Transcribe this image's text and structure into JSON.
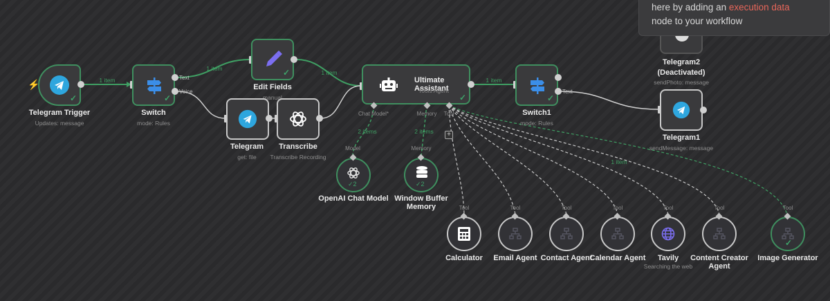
{
  "colors": {
    "success": "#3f8f5f",
    "node_border": "#c9c9c9",
    "telegram": "#2ea6de",
    "switch": "#3b8ee8",
    "edit": "#7b6ef0",
    "tavily": "#6b5cf0",
    "highlight": "#e8665a"
  },
  "tooltip": {
    "line1": "here by adding an ",
    "highlight": "execution data",
    "line2": "node to your workflow"
  },
  "nodes": {
    "telegram_trigger": {
      "title": "Telegram Trigger",
      "subtitle": "Updates: message",
      "icon": "telegram-icon"
    },
    "switch": {
      "title": "Switch",
      "subtitle": "mode: Rules",
      "outputs": [
        "Text",
        "Voice"
      ],
      "icon": "signpost-icon"
    },
    "edit_fields": {
      "title": "Edit Fields",
      "subtitle": "manual",
      "icon": "pencil-icon"
    },
    "telegram": {
      "title": "Telegram",
      "subtitle": "get: file",
      "icon": "telegram-icon"
    },
    "transcribe": {
      "title": "Transcribe",
      "subtitle": "Transcribe Recording",
      "icon": "openai-icon"
    },
    "ultimate_assistant": {
      "title": "Ultimate Assistant",
      "subtitle": "Tools Agent",
      "ports": [
        "Chat Model*",
        "Memory",
        "Tool"
      ],
      "icon": "robot-icon"
    },
    "switch1": {
      "title": "Switch1",
      "subtitle": "mode: Rules",
      "outputs": [
        "Text"
      ],
      "icon": "signpost-icon"
    },
    "telegram2": {
      "title": "Telegram2",
      "title2": "(Deactivated)",
      "subtitle": "sendPhoto: message"
    },
    "telegram1": {
      "title": "Telegram1",
      "subtitle": "sendMessage: message",
      "icon": "telegram-icon"
    },
    "openai_chat": {
      "title": "OpenAI Chat Model",
      "port": "Model",
      "count": "2",
      "icon": "openai-icon"
    },
    "window_memory": {
      "title": "Window Buffer",
      "title2": "Memory",
      "port": "Memory",
      "count": "2",
      "icon": "database-icon"
    }
  },
  "tools": [
    {
      "title": "Calculator",
      "port": "Tool",
      "icon": "calculator-icon"
    },
    {
      "title": "Email Agent",
      "port": "Tool",
      "icon": "workflow-icon"
    },
    {
      "title": "Contact Agent",
      "port": "Tool",
      "icon": "workflow-icon"
    },
    {
      "title": "Calendar Agent",
      "port": "Tool",
      "icon": "workflow-icon"
    },
    {
      "title": "Tavily",
      "subtitle": "Searching the web",
      "port": "Tool",
      "icon": "globe-icon"
    },
    {
      "title": "Content Creator",
      "title2": "Agent",
      "port": "Tool",
      "icon": "workflow-icon"
    },
    {
      "title": "Image Generator",
      "port": "Tool",
      "icon": "workflow-icon"
    }
  ],
  "edge_labels": {
    "trigger_switch": "1 item",
    "switch_edit": "1 item",
    "edit_assistant": "1 item",
    "assistant_switch1": "1 item",
    "chat_model": "2 items",
    "memory": "2 items",
    "image_gen": "1 item"
  }
}
